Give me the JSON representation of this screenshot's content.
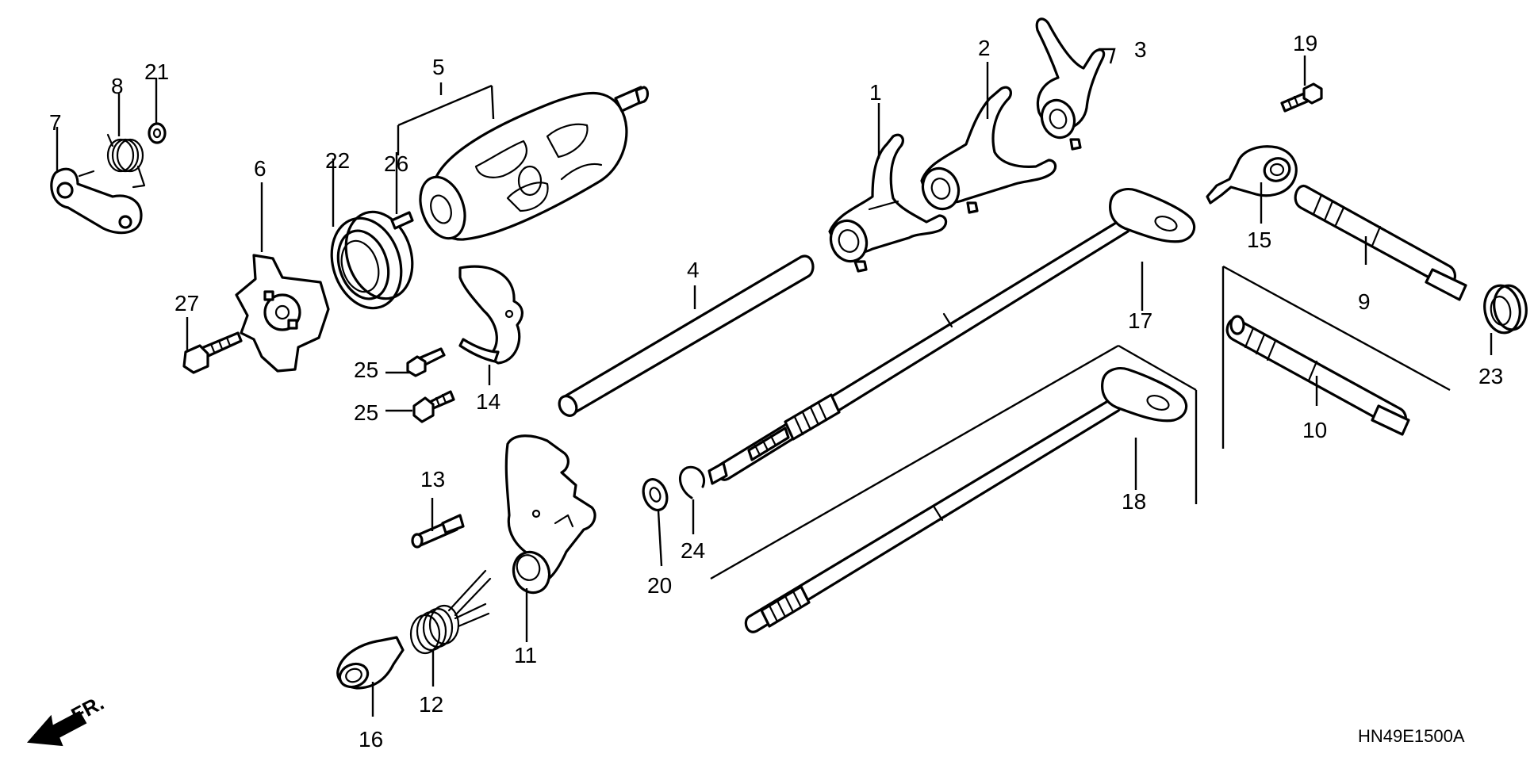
{
  "diagram": {
    "code": "HN49E1500A",
    "direction_label": "FR.",
    "callouts": {
      "c1": "1",
      "c2": "2",
      "c3": "3",
      "c4": "4",
      "c5": "5",
      "c6": "6",
      "c7": "7",
      "c8": "8",
      "c9": "9",
      "c10": "10",
      "c11": "11",
      "c12": "12",
      "c13": "13",
      "c14": "14",
      "c15": "15",
      "c16": "16",
      "c17": "17",
      "c18": "18",
      "c19": "19",
      "c20": "20",
      "c21": "21",
      "c22": "22",
      "c23": "23",
      "c24": "24",
      "c25a": "25",
      "c25b": "25",
      "c26": "26",
      "c27": "27"
    }
  }
}
